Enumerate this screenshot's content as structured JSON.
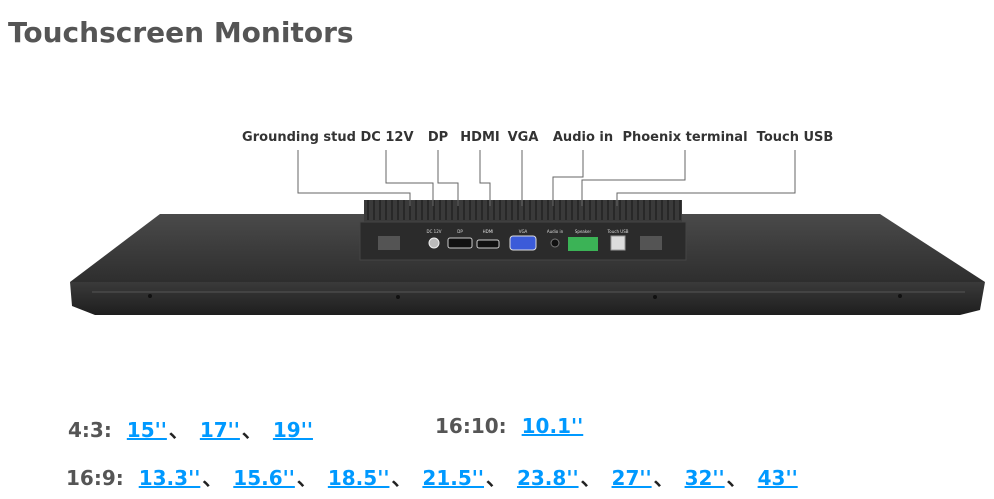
{
  "title": "Touchscreen Monitors",
  "callouts": {
    "grounding": "Grounding stud",
    "dc": "DC 12V",
    "dp": "DP",
    "hdmi": "HDMI",
    "vga": "VGA",
    "audio": "Audio in",
    "phoenix": "Phoenix terminal",
    "usb": "Touch USB"
  },
  "port_labels": {
    "dc": "DC 12V",
    "dp": "DP",
    "hdmi": "HDMI",
    "vga": "VGA",
    "audio": "Audio in",
    "speaker": "Speaker",
    "usb": "Touch USB"
  },
  "sizes": {
    "separator": "、",
    "r43": {
      "label": "4:3:",
      "items": [
        "15''",
        "17''",
        "19''"
      ]
    },
    "r1610": {
      "label": "16:10:",
      "items": [
        "10.1''"
      ]
    },
    "r169": {
      "label": "16:9:",
      "items": [
        "13.3''",
        "15.6''",
        "18.5''",
        "21.5''",
        "23.8''",
        "27''",
        "32''",
        "43''"
      ]
    }
  },
  "colors": {
    "link": "#0099ff",
    "heading": "#555555"
  }
}
